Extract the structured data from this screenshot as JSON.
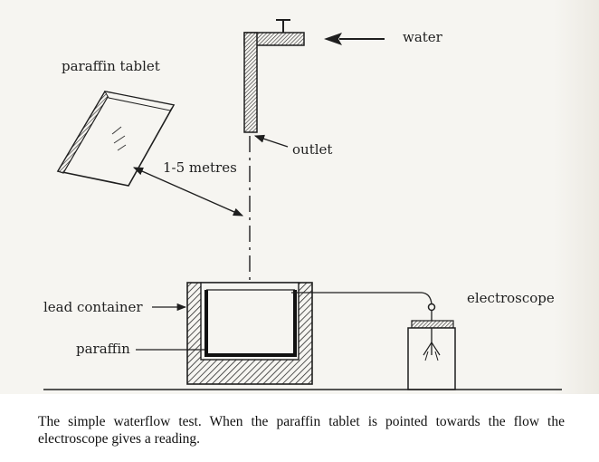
{
  "figure": {
    "labels": {
      "water": "water",
      "paraffin_tablet": "paraffin tablet",
      "outlet": "outlet",
      "distance": "1-5 metres",
      "lead_container": "lead container",
      "paraffin": "paraffin",
      "electroscope": "electroscope"
    }
  },
  "caption": "The simple waterflow test. When the paraffin tablet is pointed towards the flow the electroscope gives a reading."
}
